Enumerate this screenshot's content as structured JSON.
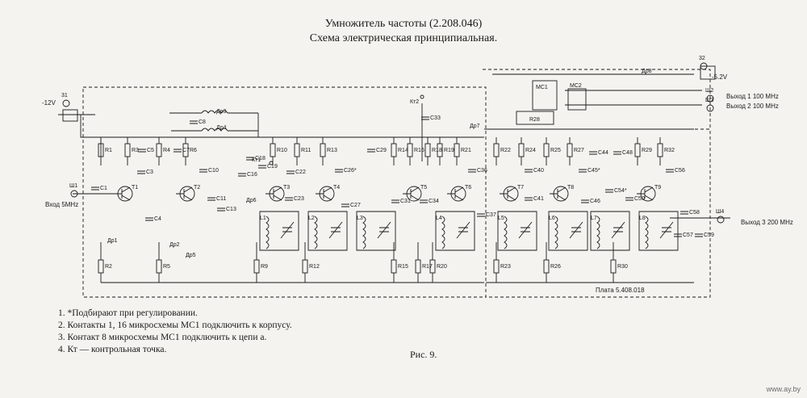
{
  "title": "Умножитель частоты (2.208.046)",
  "subtitle": "Схема электрическая принципиальная.",
  "notes": [
    "1. *Подбирают при регулировании.",
    "2. Контакты 1, 16 микросхемы МС1 подключить к корпусу.",
    "3. Контакт 8 микросхемы МС1 подключить к цепи а.",
    "4. Кт — контрольная точка."
  ],
  "figure_caption": "Рис. 9.",
  "watermark": "www.ay.by",
  "ports": {
    "power_left": "-12V",
    "power_right": "-5.2V",
    "input": "Вход 5MHz",
    "output_top1": "Выход 1 100 MHz",
    "output_top2": "Выход 2 100 MHz",
    "output_bottom": "Выход 3 200 MHz",
    "board": "Плата 5.408.018"
  },
  "connectors": [
    "Ш1",
    "Ш2",
    "Ш3",
    "Ш4",
    "31",
    "32"
  ],
  "test_points": [
    "Кт1",
    "Кт2"
  ],
  "transistors": [
    "T1",
    "T2",
    "T3",
    "T4",
    "T5",
    "T6",
    "T7",
    "T8",
    "T9"
  ],
  "resistors_top": [
    "R1",
    "R3",
    "R4",
    "R6",
    "R10",
    "R11",
    "R13",
    "R14",
    "R16",
    "R18",
    "R19",
    "R21",
    "R22",
    "R24",
    "R25",
    "R27",
    "R29",
    "R32"
  ],
  "resistors_bottom": [
    "R2",
    "R5",
    "R9",
    "R12",
    "R15",
    "R17",
    "R20",
    "R23",
    "R26",
    "R30"
  ],
  "inductors": [
    "L1",
    "L2",
    "L3",
    "L4",
    "L5",
    "L6",
    "L7",
    "L8"
  ],
  "chokes": [
    "Др1",
    "Др2",
    "Др3",
    "Др4",
    "Др5",
    "Др6",
    "Др7",
    "Др8"
  ],
  "capacitors": [
    "C1",
    "C3",
    "C4",
    "C5",
    "C7",
    "C8",
    "C10",
    "C11",
    "C13",
    "C16",
    "C18",
    "C19",
    "C22",
    "C23",
    "C26*",
    "C27",
    "C29",
    "C31",
    "C33",
    "C34",
    "C36",
    "C37",
    "C40",
    "C41",
    "C44",
    "C45*",
    "C46",
    "C48",
    "C50",
    "C54*",
    "C56",
    "C57",
    "C58",
    "C59"
  ],
  "ic": [
    "МС1",
    "МС2",
    "R28"
  ]
}
